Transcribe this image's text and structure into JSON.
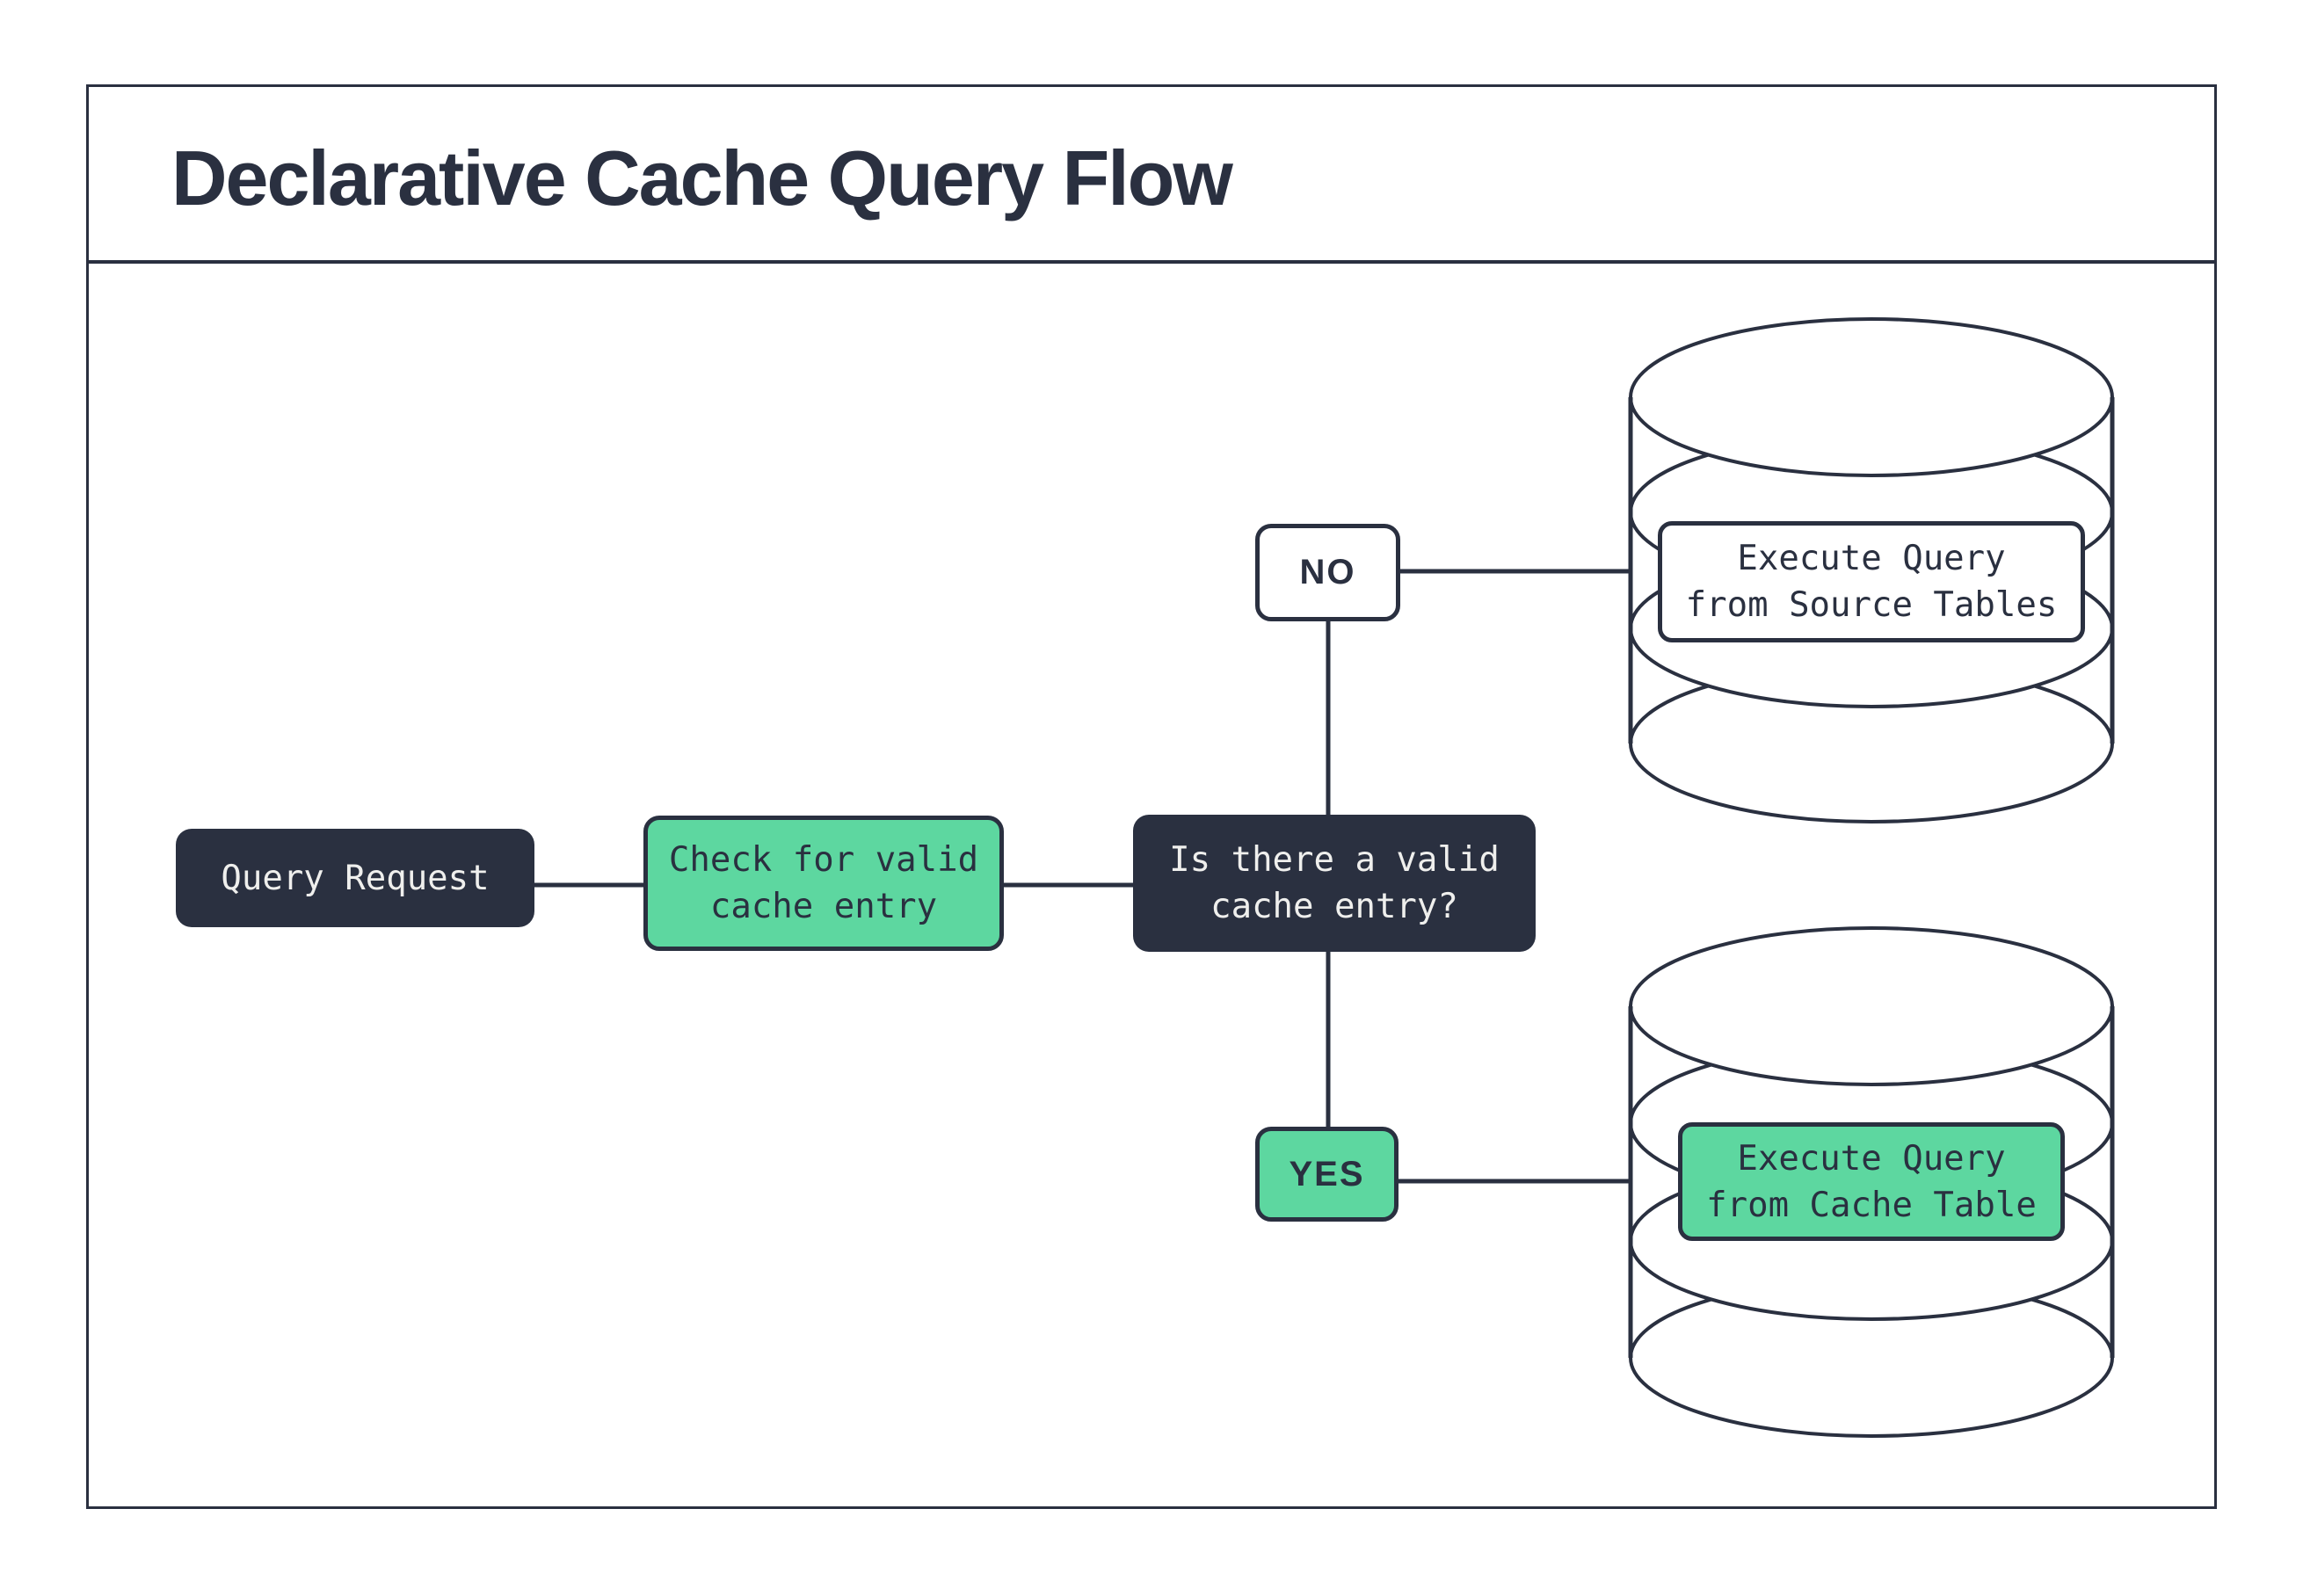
{
  "title": "Declarative Cache Query Flow",
  "colors": {
    "dark": "#2A3040",
    "green": "#5DD7A0",
    "light": "#EFEFED",
    "bg": "#FFFFFF"
  },
  "nodes": {
    "query_request": {
      "label": "Query Request"
    },
    "check_cache": {
      "lines": [
        "Check for valid",
        "cache entry"
      ]
    },
    "decision": {
      "lines": [
        "Is there a valid",
        "cache entry?"
      ]
    },
    "no_branch": {
      "label": "NO"
    },
    "yes_branch": {
      "label": "YES"
    },
    "source_db": {
      "lines": [
        "Execute Query",
        "from Source Tables"
      ]
    },
    "cache_db": {
      "lines": [
        "Execute Query",
        "from Cache Table"
      ]
    }
  }
}
